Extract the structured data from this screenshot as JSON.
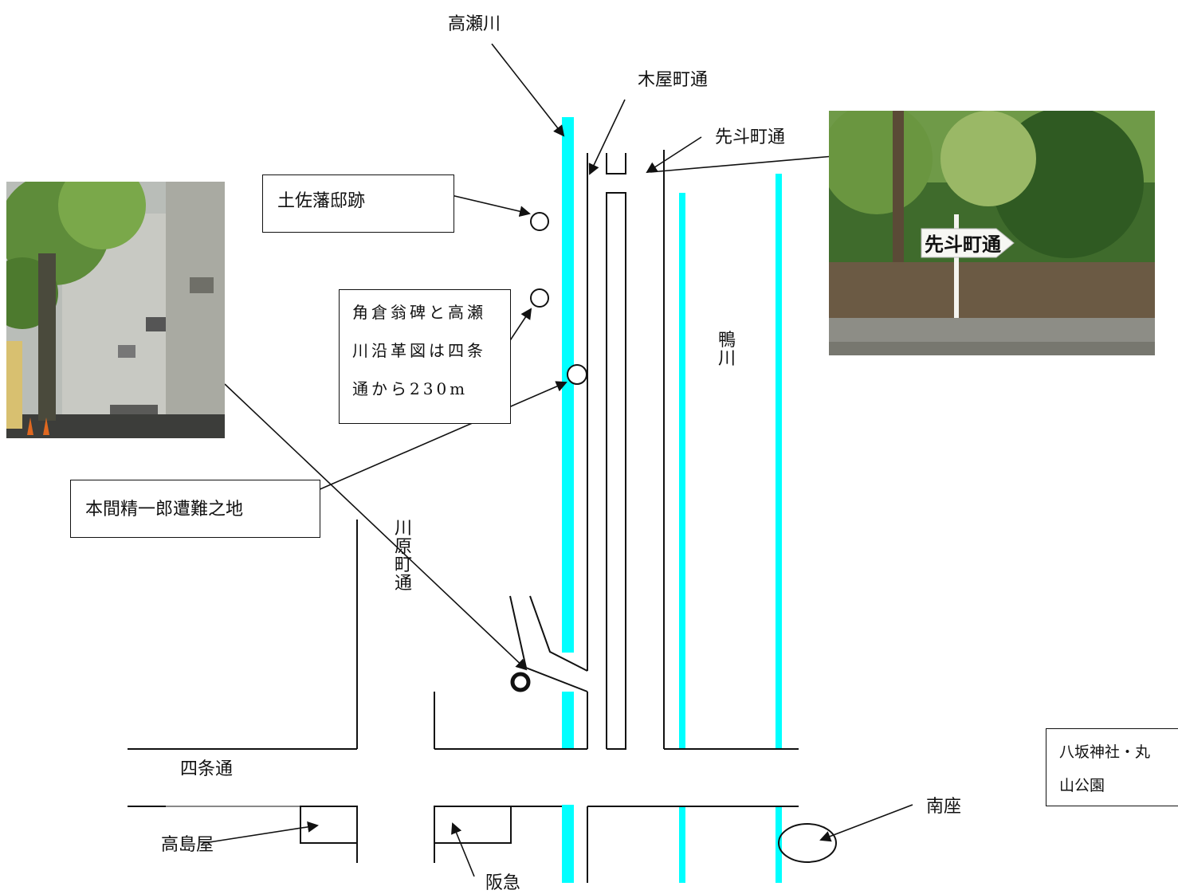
{
  "labels": {
    "takase_river": "高瀬川",
    "kiyamachi": "木屋町通",
    "pontocho": "先斗町通",
    "tosa": "土佐藩邸跡",
    "suminokura": "角倉翁碑と高瀬川沿革図は四条通から230m",
    "honma": "本間精一郎遭難之地",
    "kawaramachi": "川原町通",
    "kamo_river": "鴨川",
    "shijo": "四条通",
    "yasaka": "八坂神社・丸山公園",
    "minamiza": "南座",
    "takashimaya": "高島屋",
    "hankyu": "阪急"
  },
  "photos": {
    "left_caption_hint": "alley-photo",
    "right_sign_text": "先斗町通"
  },
  "colors": {
    "river": "#00ffff",
    "line": "#111111",
    "foliage": "#3f6b2c",
    "stone": "#8d8d86"
  }
}
